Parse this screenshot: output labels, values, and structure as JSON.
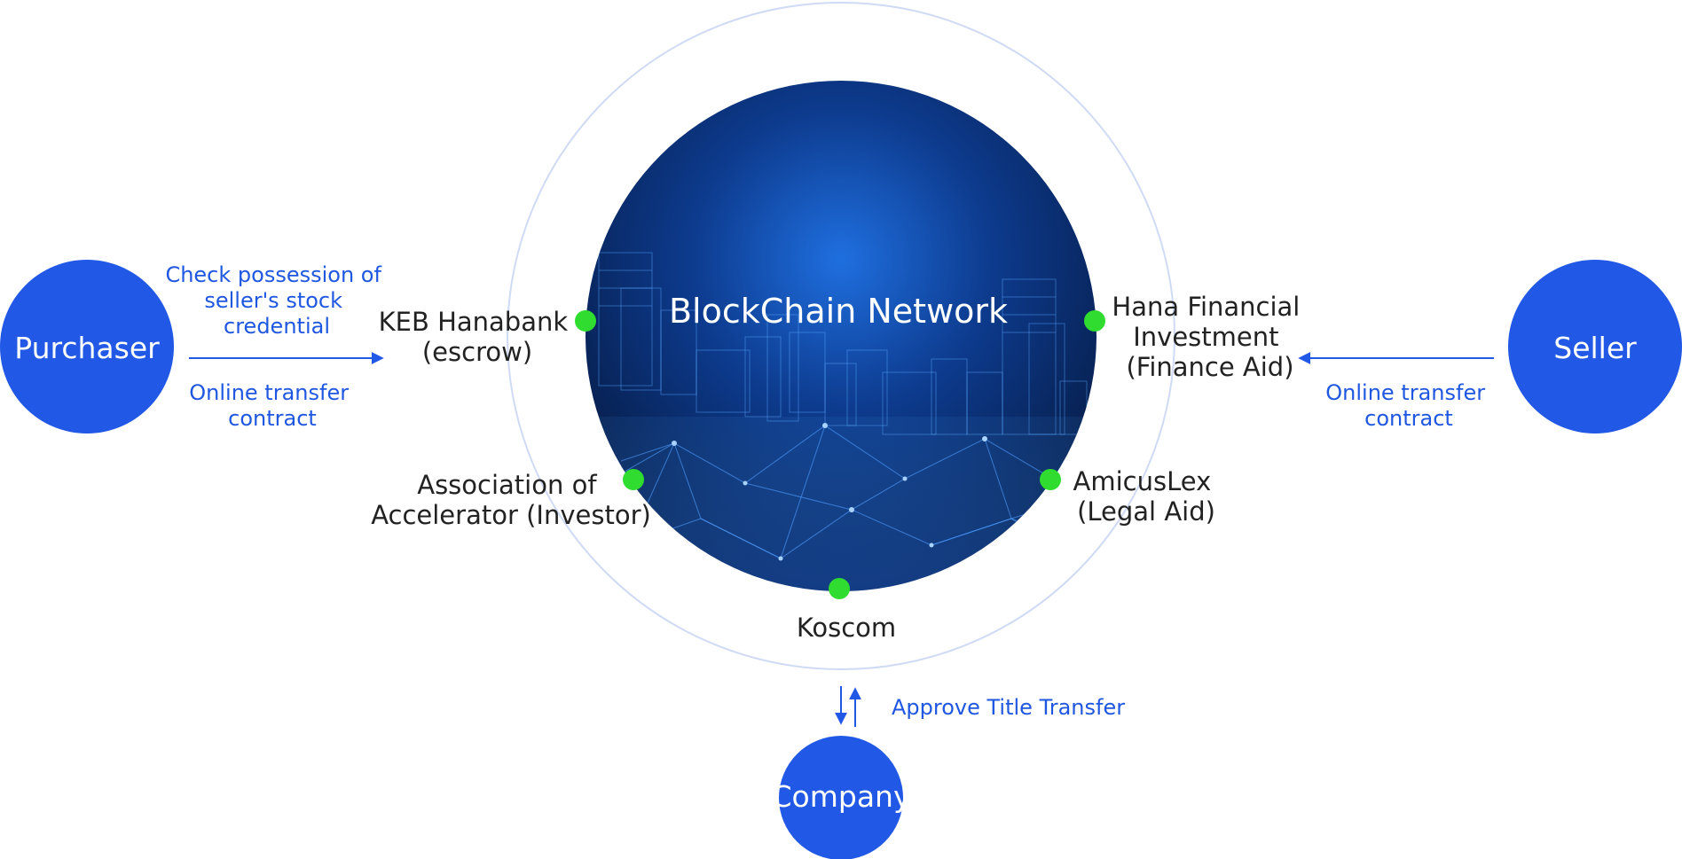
{
  "network": {
    "title": "BlockChain Network",
    "nodes": [
      {
        "id": "keb",
        "lines": [
          "KEB Hanabank",
          "(escrow)"
        ]
      },
      {
        "id": "hana",
        "lines": [
          "Hana Financial",
          "Investment",
          "(Finance Aid)"
        ]
      },
      {
        "id": "association",
        "lines": [
          "Association of",
          "Accelerator (Investor)"
        ]
      },
      {
        "id": "amicus",
        "lines": [
          "AmicusLex",
          "(Legal Aid)"
        ]
      },
      {
        "id": "koscom",
        "lines": [
          "Koscom"
        ]
      }
    ]
  },
  "actors": {
    "purchaser": "Purchaser",
    "seller": "Seller",
    "company": "Company"
  },
  "flows": {
    "purchaser_check": [
      "Check possession of",
      "seller's stock",
      "credential"
    ],
    "purchaser_contract": [
      "Online transfer",
      "contract"
    ],
    "seller_contract": [
      "Online transfer",
      "contract"
    ],
    "company_approve": "Approve Title Transfer"
  },
  "colors": {
    "actor_fill": "#2158e6",
    "flow_text": "#1f57e0",
    "node_dot": "#2fdc2f",
    "outer_ring": "#cfdaf5",
    "network_dark": "#061a42",
    "network_light": "#1f6fe0"
  }
}
